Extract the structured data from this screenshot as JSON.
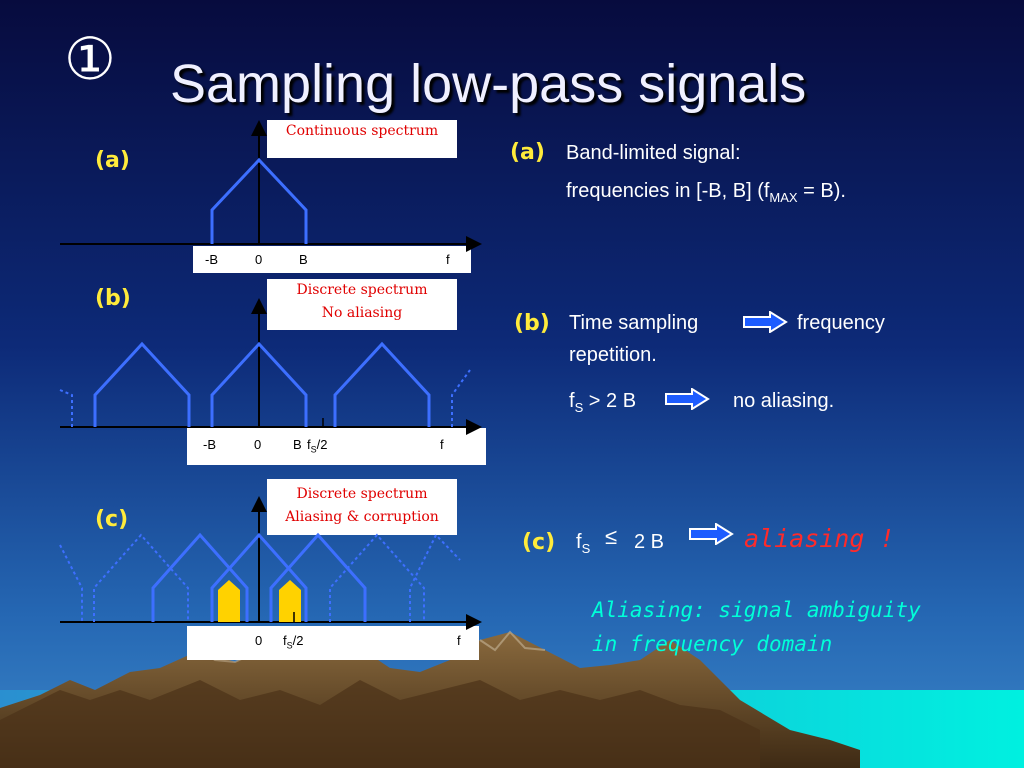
{
  "slide": {
    "number_symbol": "①",
    "title": "Sampling low-pass signals"
  },
  "panels": {
    "a": {
      "label": "(a)",
      "box_line1": "Continuous spectrum",
      "box_line2": "",
      "axis": {
        "neg_b": "-B",
        "zero": "0",
        "b": "B",
        "fs2": "",
        "f": "f"
      }
    },
    "b": {
      "label": "(b)",
      "box_line1": "Discrete spectrum",
      "box_line2": "No aliasing",
      "axis": {
        "neg_b": "-B",
        "zero": "0",
        "b": "B",
        "fs2": "fS/2",
        "f": "f"
      }
    },
    "c": {
      "label": "(c)",
      "box_line1": "Discrete spectrum",
      "box_line2": "Aliasing & corruption",
      "axis": {
        "neg_b": "",
        "zero": "0",
        "b": "",
        "fs2": "fS/2",
        "f": "f"
      }
    }
  },
  "right": {
    "a": {
      "label": "(a)",
      "line1": "Band-limited signal:",
      "line2_prefix": "frequencies in [-B, B] (f",
      "line2_sub": "MAX",
      "line2_suffix": " = B)."
    },
    "b": {
      "label": "(b)",
      "line1_left": "Time sampling",
      "line1_right": "frequency",
      "line2": "repetition.",
      "cond_f": "f",
      "cond_sub": "S",
      "cond_rest": " > 2 B",
      "result": "no aliasing."
    },
    "c": {
      "label": "(c)",
      "cond_f": "f",
      "cond_sub": "S",
      "cond_op": "≤",
      "cond_rest": "2 B",
      "result": "aliasing !"
    },
    "note_line1": "Aliasing: signal ambiguity",
    "note_line2": "in frequency domain"
  },
  "colors": {
    "background_top": "#0a0f4a",
    "background_bottom": "#2a6fb8",
    "spectrum": "#3d6fff",
    "aliased_fill": "#ffd200",
    "label_yellow": "#ffeb3b",
    "box_text": "#e00000",
    "note_cyan": "#00ffd8",
    "alias_red": "#ff2a2a",
    "arrow_blue": "#1d5cff"
  },
  "icons": {
    "arrow": "right-arrow-icon"
  }
}
